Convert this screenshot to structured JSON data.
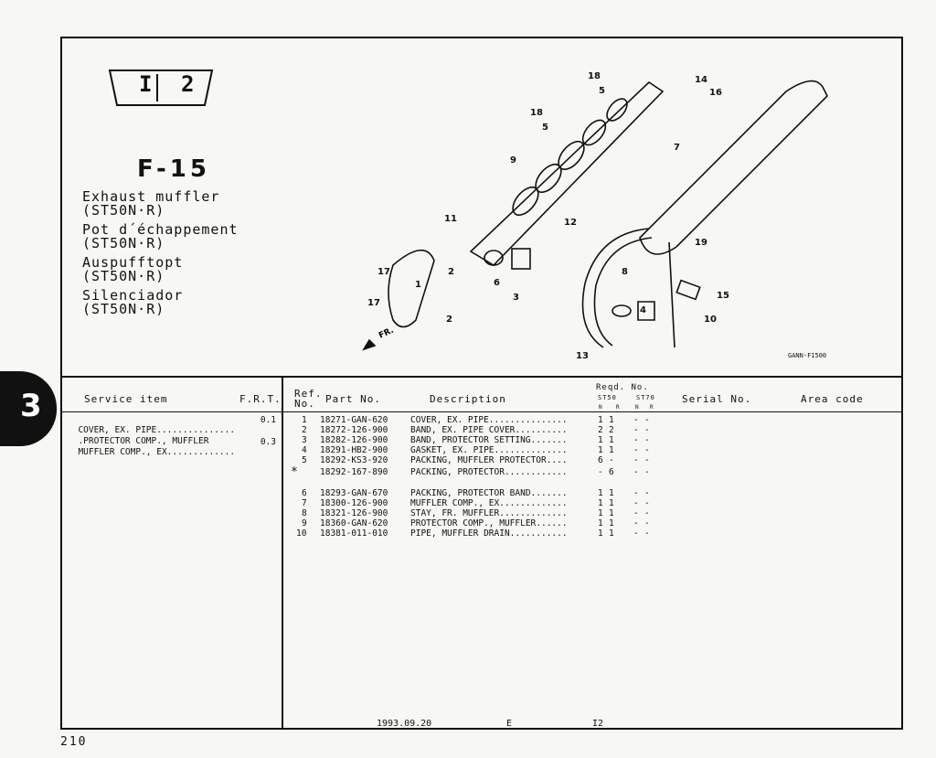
{
  "badge": {
    "left": "I",
    "right": "2"
  },
  "figure_code": "F-15",
  "titles": [
    {
      "name": "Exhaust muffler",
      "model": "(ST50N·R)"
    },
    {
      "name": "Pot d´échappement",
      "model": "(ST50N·R)"
    },
    {
      "name": "Auspufftopt",
      "model": "(ST50N·R)"
    },
    {
      "name": "Silenciador",
      "model": "(ST50N·R)"
    }
  ],
  "section_number": "3",
  "diagram": {
    "code": "GANN-F1500",
    "fr_label": "FR.",
    "callouts": [
      "18",
      "5",
      "18",
      "5",
      "14",
      "16",
      "7",
      "9",
      "11",
      "12",
      "19",
      "8",
      "15",
      "4",
      "10",
      "13",
      "17",
      "1",
      "2",
      "17",
      "2",
      "6",
      "3"
    ]
  },
  "table": {
    "headers": {
      "service_item": "Service item",
      "frt": "F.R.T.",
      "ref_no_1": "Ref.",
      "ref_no_2": "No.",
      "part_no": "Part No.",
      "description": "Description",
      "reqd_no": "Reqd. No.",
      "model_1": "ST50",
      "model_2": "ST70",
      "sub_cols": [
        "N",
        "R",
        "N",
        "R"
      ],
      "serial_no": "Serial No.",
      "area_code": "Area code"
    },
    "service_items": [
      {
        "item": "COVER, EX. PIPE...............",
        "frt": "0.1"
      },
      {
        "item": ".PROTECTOR COMP., MUFFLER",
        "frt": ""
      },
      {
        "item": "MUFFLER COMP., EX.............",
        "frt": "0.3"
      }
    ],
    "parts": [
      {
        "ref": "1",
        "part": "18271-GAN-620",
        "desc": "COVER, EX. PIPE...............",
        "qty": [
          "1",
          "1",
          "-",
          "-"
        ]
      },
      {
        "ref": "2",
        "part": "18272-126-900",
        "desc": "BAND, EX. PIPE COVER..........",
        "qty": [
          "2",
          "2",
          "-",
          "-"
        ]
      },
      {
        "ref": "3",
        "part": "18282-126-900",
        "desc": "BAND, PROTECTOR SETTING.......",
        "qty": [
          "1",
          "1",
          "-",
          "-"
        ]
      },
      {
        "ref": "4",
        "part": "18291-HB2-900",
        "desc": "GASKET, EX. PIPE..............",
        "qty": [
          "1",
          "1",
          "-",
          "-"
        ]
      },
      {
        "ref": "5",
        "part": "18292-KS3-920",
        "desc": "PACKING, MUFFLER PROTECTOR....",
        "qty": [
          "6",
          "-",
          "-",
          "-"
        ]
      },
      {
        "ref": "*",
        "part": "18292-167-890",
        "desc": "PACKING, PROTECTOR............",
        "qty": [
          "-",
          "6",
          "-",
          "-"
        ]
      },
      {
        "ref": "6",
        "part": "18293-GAN-670",
        "desc": "PACKING, PROTECTOR BAND.......",
        "qty": [
          "1",
          "1",
          "-",
          "-"
        ]
      },
      {
        "ref": "7",
        "part": "18300-126-900",
        "desc": "MUFFLER COMP., EX.............",
        "qty": [
          "1",
          "1",
          "-",
          "-"
        ]
      },
      {
        "ref": "8",
        "part": "18321-126-900",
        "desc": "STAY, FR. MUFFLER.............",
        "qty": [
          "1",
          "1",
          "-",
          "-"
        ]
      },
      {
        "ref": "9",
        "part": "18360-GAN-620",
        "desc": "PROTECTOR COMP., MUFFLER......",
        "qty": [
          "1",
          "1",
          "-",
          "-"
        ]
      },
      {
        "ref": "10",
        "part": "18381-011-010",
        "desc": "PIPE, MUFFLER DRAIN...........",
        "qty": [
          "1",
          "1",
          "-",
          "-"
        ]
      }
    ]
  },
  "footer": {
    "date": "1993.09.20",
    "edition": "E",
    "code": "I2"
  },
  "page_number": "210"
}
